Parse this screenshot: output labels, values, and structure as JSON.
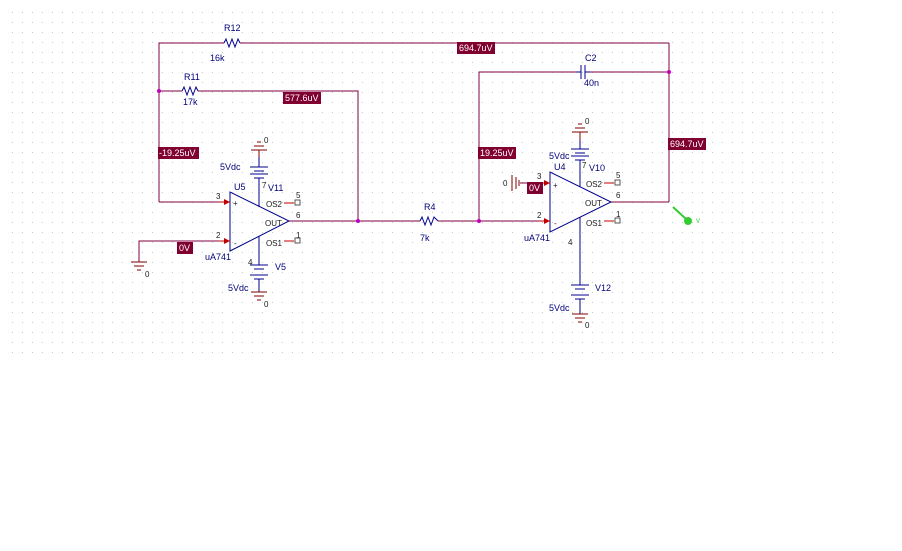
{
  "labels": {
    "r12_name": "R12",
    "r12_value": "16k",
    "r11_name": "R11",
    "r11_value": "17k",
    "r4_name": "R4",
    "r4_value": "7k",
    "c2_name": "C2",
    "c2_value": "40n",
    "u5_name": "U5",
    "u5_model": "uA741",
    "u4_name": "U4",
    "u4_model": "uA741",
    "v11_name": "V11",
    "v11_value": "5Vdc",
    "v5_name": "V5",
    "v5_value": "5Vdc",
    "v10_name": "V10",
    "v10_value": "5Vdc",
    "v12_name": "V12",
    "v12_value": "5Vdc",
    "gnd": "0",
    "pin_out": "OUT",
    "pin_os1": "OS1",
    "pin_os2": "OS2",
    "pin_plus": "+",
    "pin_minus": "-",
    "pin_2": "2",
    "pin_3": "3",
    "pin_4": "4",
    "pin_5": "5",
    "pin_6": "6",
    "pin_1": "1",
    "pin_7": "7",
    "source_value": "0",
    "marker_v": "V"
  },
  "voltages": {
    "top_wire": "694.7uV",
    "r11_node": "577.6uV",
    "u5_inverting": "-19.25uV",
    "u5_noninverting": "0V",
    "u4_inverting": "19.25uV",
    "u4_noninverting": "0V",
    "output": "694.7uV"
  },
  "colors": {
    "wire": "#800040",
    "component": "#00008c",
    "voltage_tag": "#800030",
    "marker": "#33cc33",
    "grid_dot": "#c8c8c8"
  }
}
